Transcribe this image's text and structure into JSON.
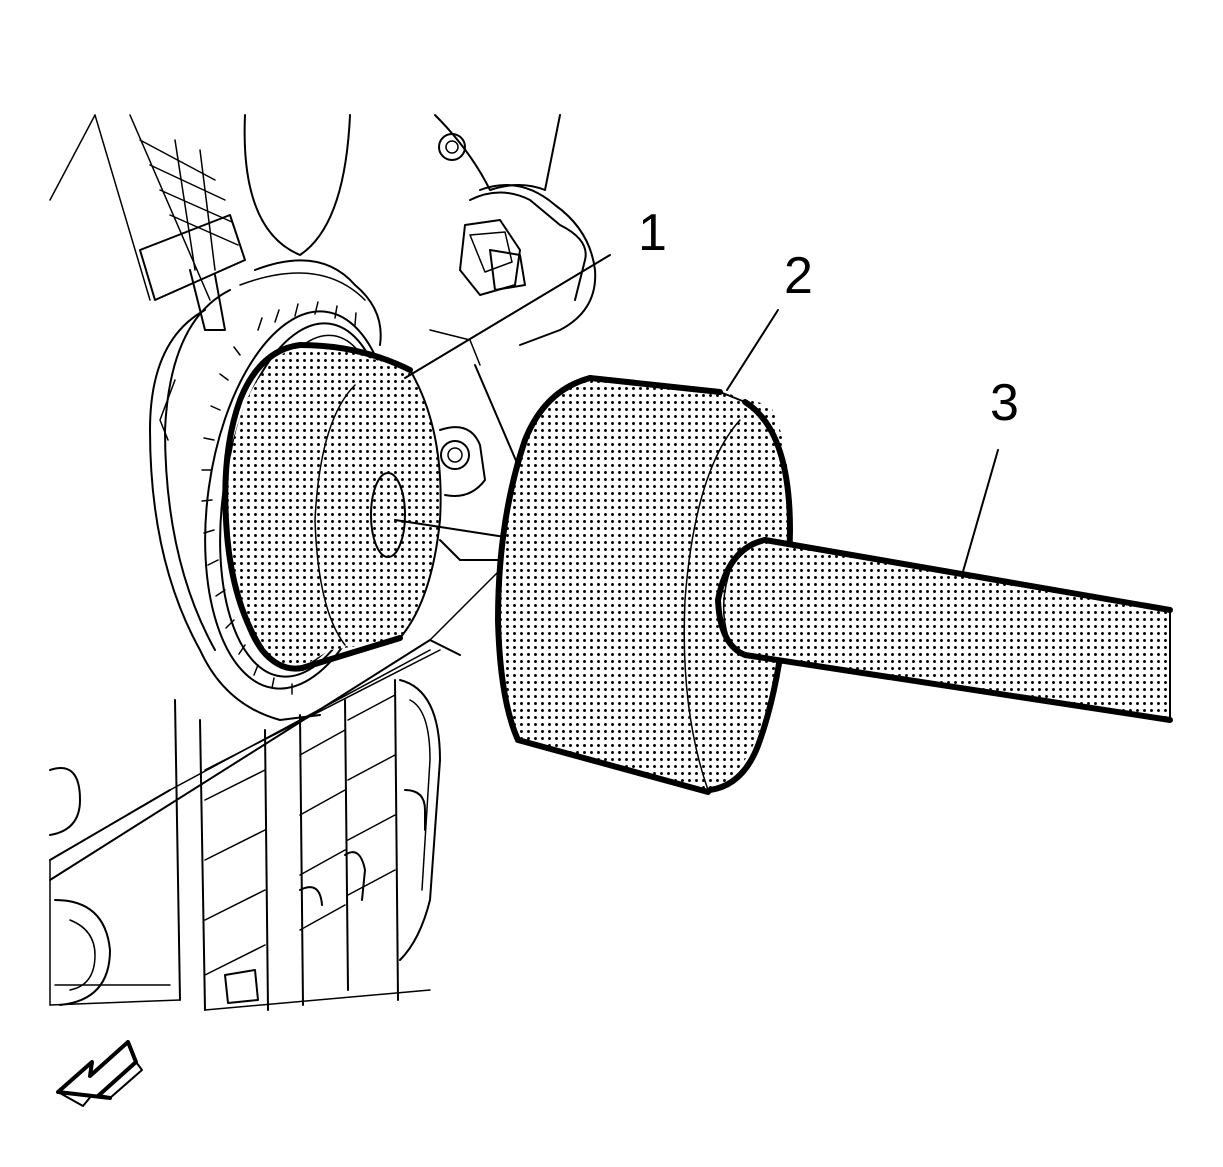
{
  "callouts": [
    {
      "id": "1",
      "label": "1"
    },
    {
      "id": "2",
      "label": "2"
    },
    {
      "id": "3",
      "label": "3"
    }
  ],
  "colors": {
    "line": "#000000",
    "background": "#ffffff"
  },
  "icons": [
    "direction-arrow-icon"
  ]
}
